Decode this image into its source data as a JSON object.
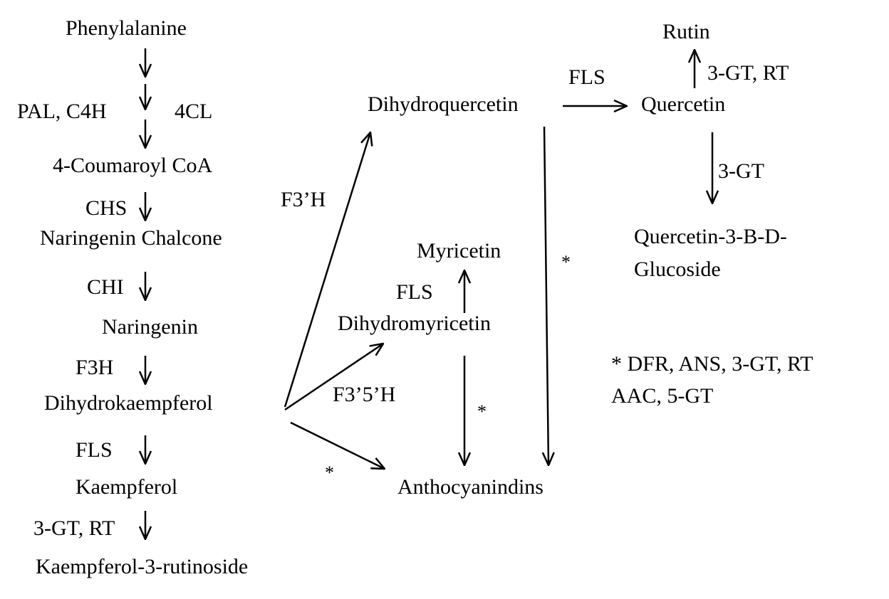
{
  "nodes": {
    "phenylalanine": "Phenylalanine",
    "coumaroyl_coa": "4-Coumaroyl  CoA",
    "naringenin_chalcone": "Naringenin Chalcone",
    "naringenin": "Naringenin",
    "dihydrokaempferol": "Dihydrokaempferol",
    "kaempferol": "Kaempferol",
    "kaempferol_rutinoside": "Kaempferol-3-rutinoside",
    "dihydroquercetin": "Dihydroquercetin",
    "quercetin": "Quercetin",
    "rutin": "Rutin",
    "quercetin_glucoside_line1": "Quercetin-3-B-D-",
    "quercetin_glucoside_line2": "Glucoside",
    "myricetin": "Myricetin",
    "dihydromyricetin": "Dihydromyricetin",
    "anthocyanindins": "Anthocyanindins"
  },
  "enzymes": {
    "pal_c4h": "PAL, C4H",
    "fourcl": "4CL",
    "chs": "CHS",
    "chi": "CHI",
    "f3h": "F3H",
    "fls_kaempferol": "FLS",
    "gt_rt_kaempferol": "3-GT, RT",
    "f3prime_h": "F3’H",
    "f35h": "F3’5’H",
    "fls_quercetin": "FLS",
    "gt_rt_rutin": "3-GT, RT",
    "gt_glucoside": "3-GT",
    "fls_myricetin": "FLS"
  },
  "markers": {
    "star_dihydroquercetin": "*",
    "star_dihydromyricetin": "*",
    "star_dihydrokaempferol": "*"
  },
  "legend": {
    "line1": "* DFR, ANS, 3-GT, RT",
    "line2": "AAC, 5-GT"
  }
}
